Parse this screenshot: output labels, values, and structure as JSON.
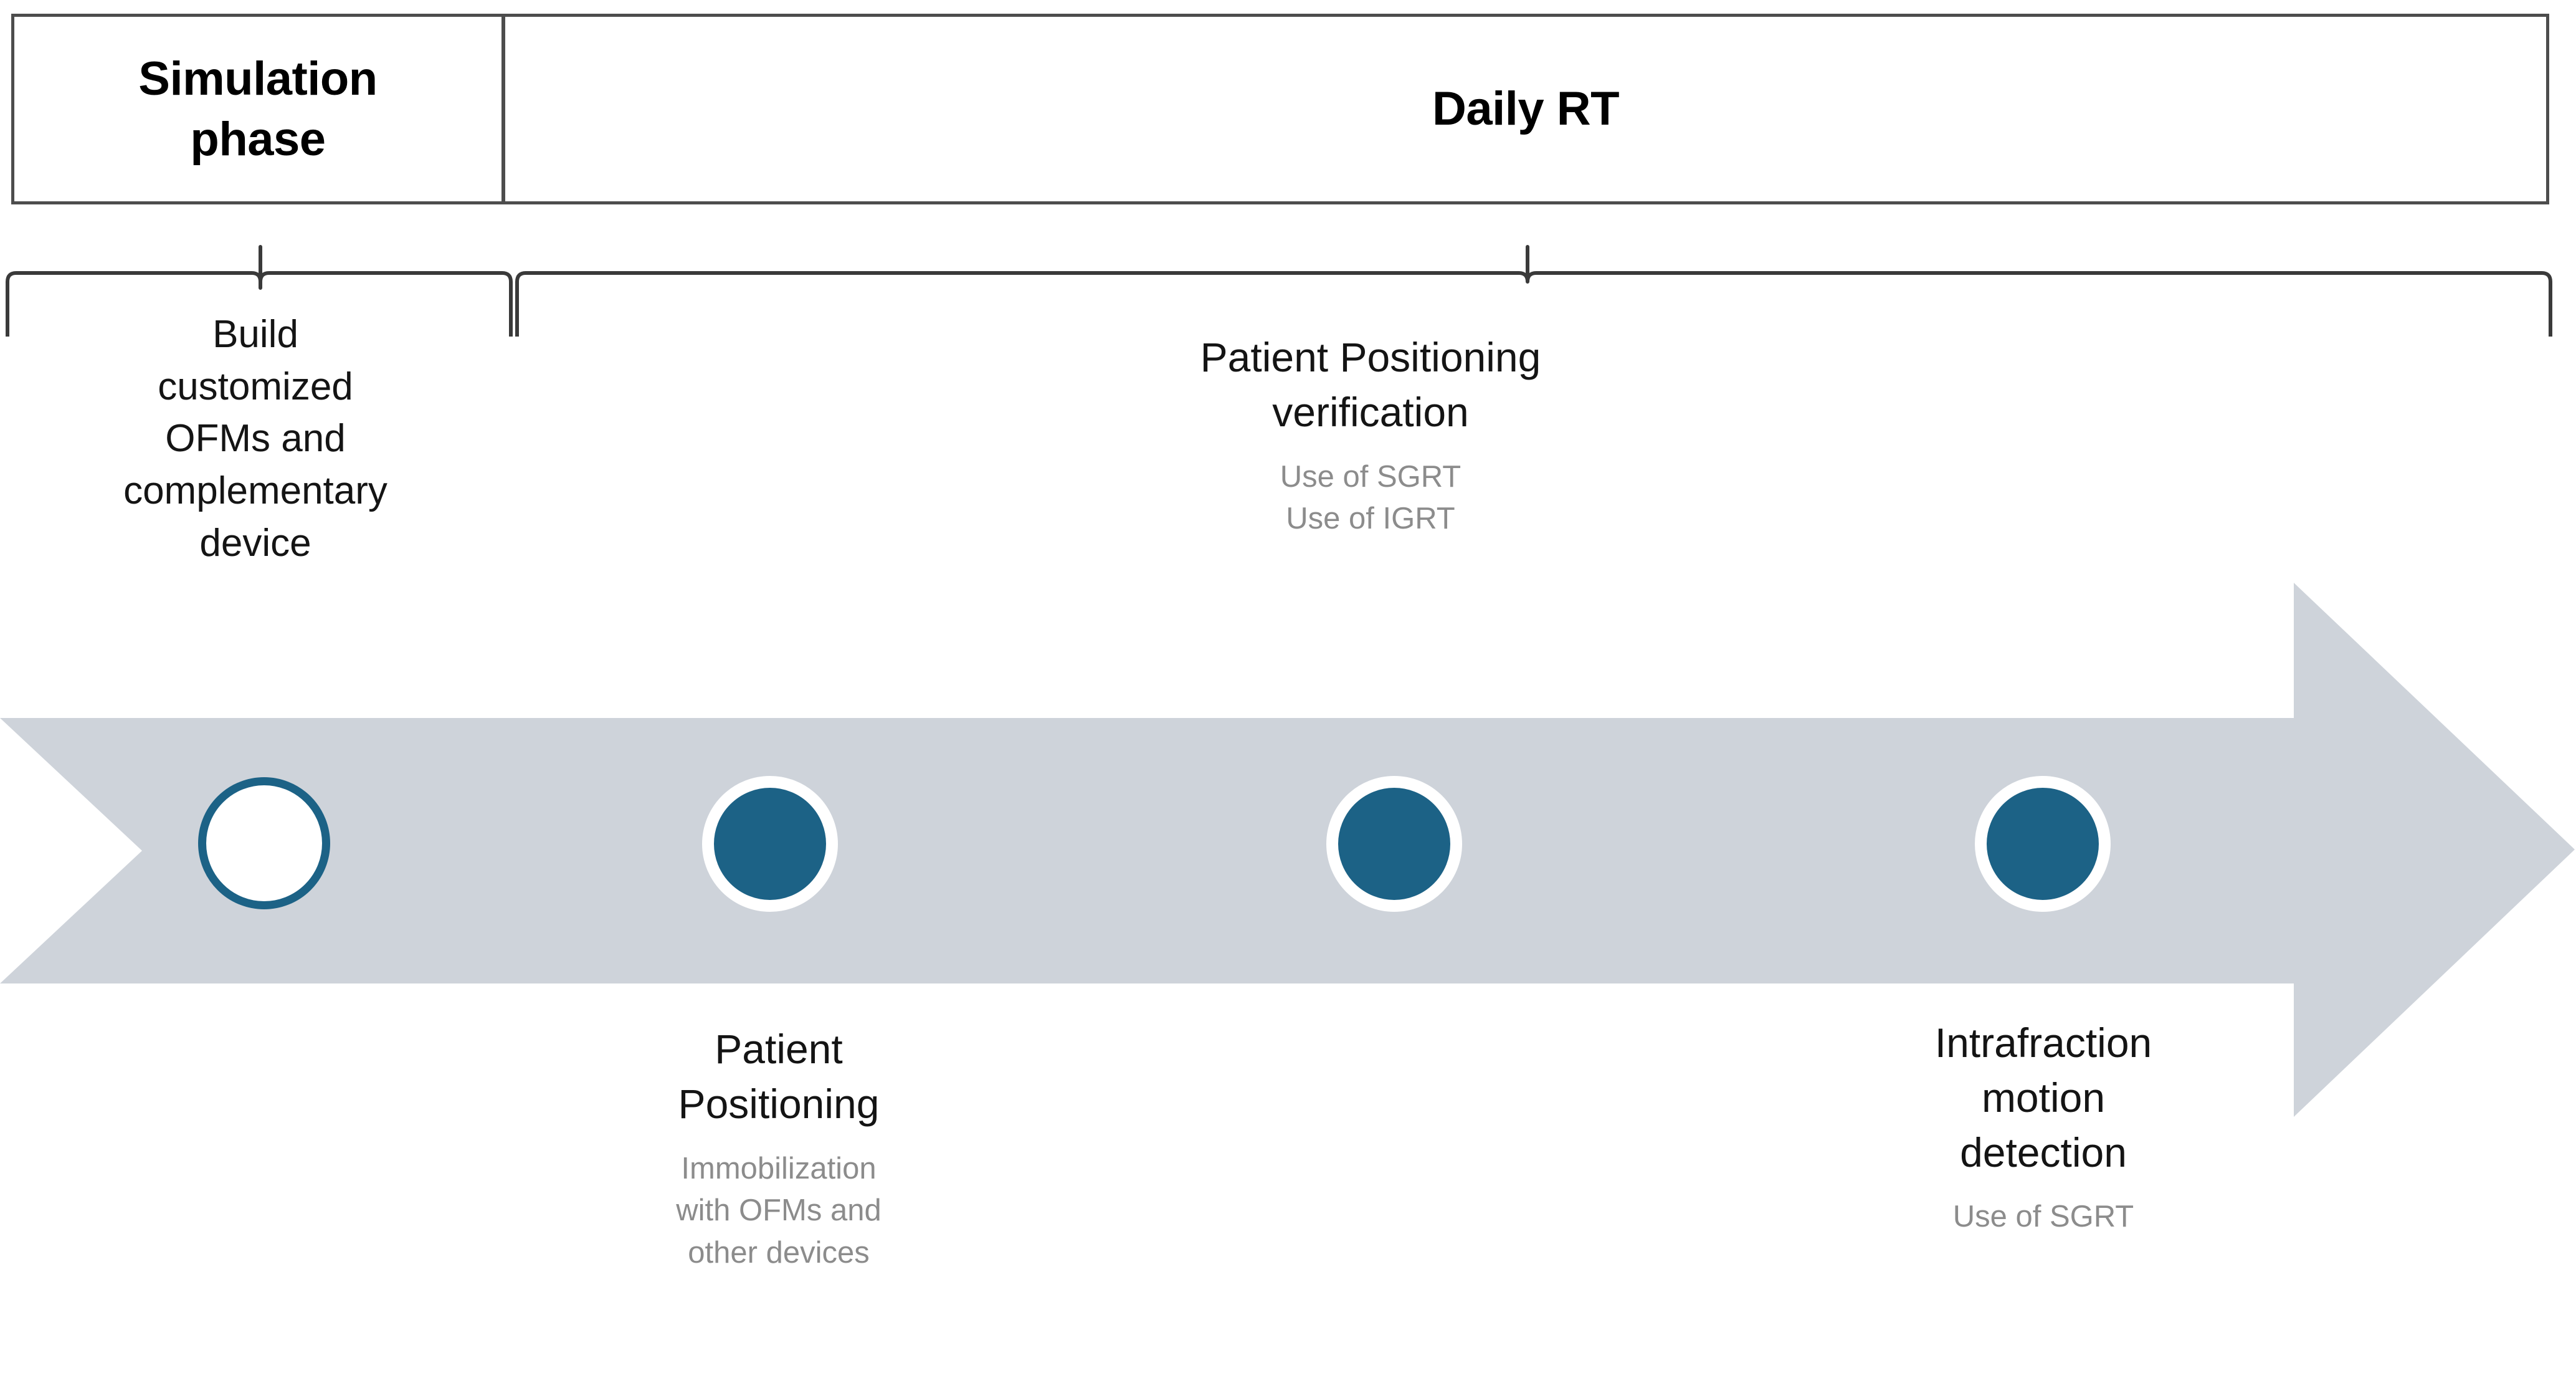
{
  "header": {
    "phases": [
      {
        "id": "simulation",
        "label": "Simulation\nphase"
      },
      {
        "id": "daily-rt",
        "label": "Daily RT"
      }
    ]
  },
  "timeline": {
    "arrow": {
      "band_color": "#ced3da",
      "direction": "right"
    },
    "accent_color": "#1c6286",
    "milestones": [
      {
        "id": "build",
        "style": "hollow",
        "position_label": "simulation"
      },
      {
        "id": "patient-positioning",
        "style": "filled",
        "position_label": "daily-rt"
      },
      {
        "id": "positioning-verification",
        "style": "filled",
        "position_label": "daily-rt"
      },
      {
        "id": "intrafraction-motion",
        "style": "filled",
        "position_label": "daily-rt"
      }
    ]
  },
  "callouts": {
    "build": {
      "headline": "Build\ncustomized\nOFMs and\ncomplementary\ndevice",
      "sublines": ""
    },
    "verification": {
      "headline": "Patient Positioning\nverification",
      "sublines": "Use of SGRT\nUse of IGRT"
    },
    "positioning": {
      "headline": "Patient\nPositioning",
      "sublines": "Immobilization\nwith OFMs and\nother devices"
    },
    "intrafraction": {
      "headline": "Intrafraction\nmotion\ndetection",
      "sublines": "Use of SGRT"
    }
  },
  "colors": {
    "accent_teal": "#1c6286",
    "arrow_gray": "#ced3da",
    "subtext_gray": "#8c8c8c",
    "border_gray": "#4d4d4d",
    "text_black": "#141414"
  }
}
